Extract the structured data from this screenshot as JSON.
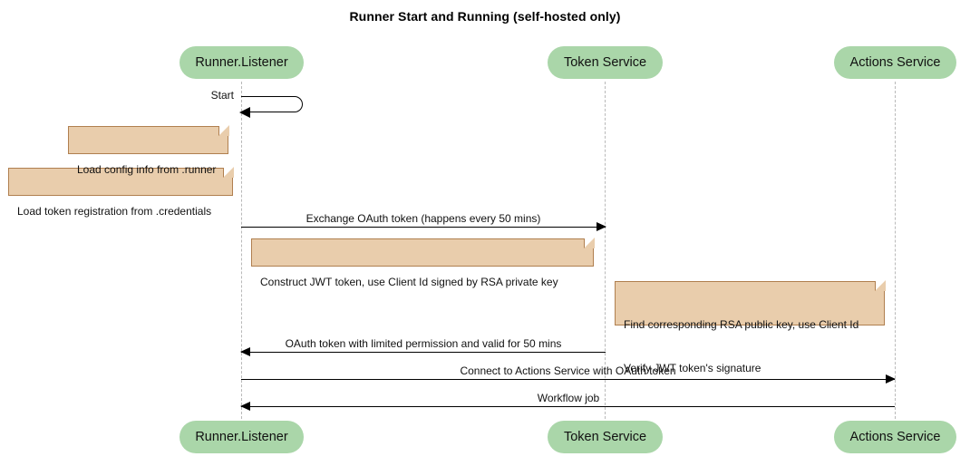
{
  "diagram": {
    "type": "sequence-diagram",
    "title": "Runner Start and Running (self-hosted only)",
    "colors": {
      "participant_fill": "#aad6a9",
      "note_fill": "#e9cdac",
      "note_border": "#b07f4f",
      "lifeline": "#b9b9b9",
      "arrow": "#000000",
      "background": "#ffffff"
    }
  },
  "participants": [
    {
      "id": "runner",
      "label": "Runner.Listener"
    },
    {
      "id": "token",
      "label": "Token Service"
    },
    {
      "id": "actions",
      "label": "Actions Service"
    }
  ],
  "participants_bottom": [
    {
      "id": "runner",
      "label": "Runner.Listener"
    },
    {
      "id": "token",
      "label": "Token Service"
    },
    {
      "id": "actions",
      "label": "Actions Service"
    }
  ],
  "self_messages": [
    {
      "id": "start",
      "label": "Start",
      "from": "runner",
      "to": "runner"
    }
  ],
  "notes": [
    {
      "id": "note-config",
      "text": "Load config info from .runner",
      "attached_to": "runner"
    },
    {
      "id": "note-credentials",
      "text": "Load token registration from .credentials",
      "attached_to": "runner"
    },
    {
      "id": "note-jwt",
      "text": "Construct JWT token, use Client Id signed by RSA private key",
      "attached_to": "runner"
    },
    {
      "id": "note-verify",
      "line1": "Find corresponding RSA public key, use Client Id",
      "line2": "Verify JWT token's signature",
      "attached_to": "token"
    }
  ],
  "messages": [
    {
      "id": "msg-exchange",
      "label": "Exchange OAuth token (happens every 50 mins)",
      "from": "runner",
      "to": "token",
      "direction": "right"
    },
    {
      "id": "msg-oauth-return",
      "label": "OAuth token with limited permission and valid for 50 mins",
      "from": "token",
      "to": "runner",
      "direction": "left"
    },
    {
      "id": "msg-connect",
      "label": "Connect to Actions Service with OAuth token",
      "from": "runner",
      "to": "actions",
      "direction": "right"
    },
    {
      "id": "msg-workflow",
      "label": "Workflow job",
      "from": "actions",
      "to": "runner",
      "direction": "left"
    }
  ]
}
